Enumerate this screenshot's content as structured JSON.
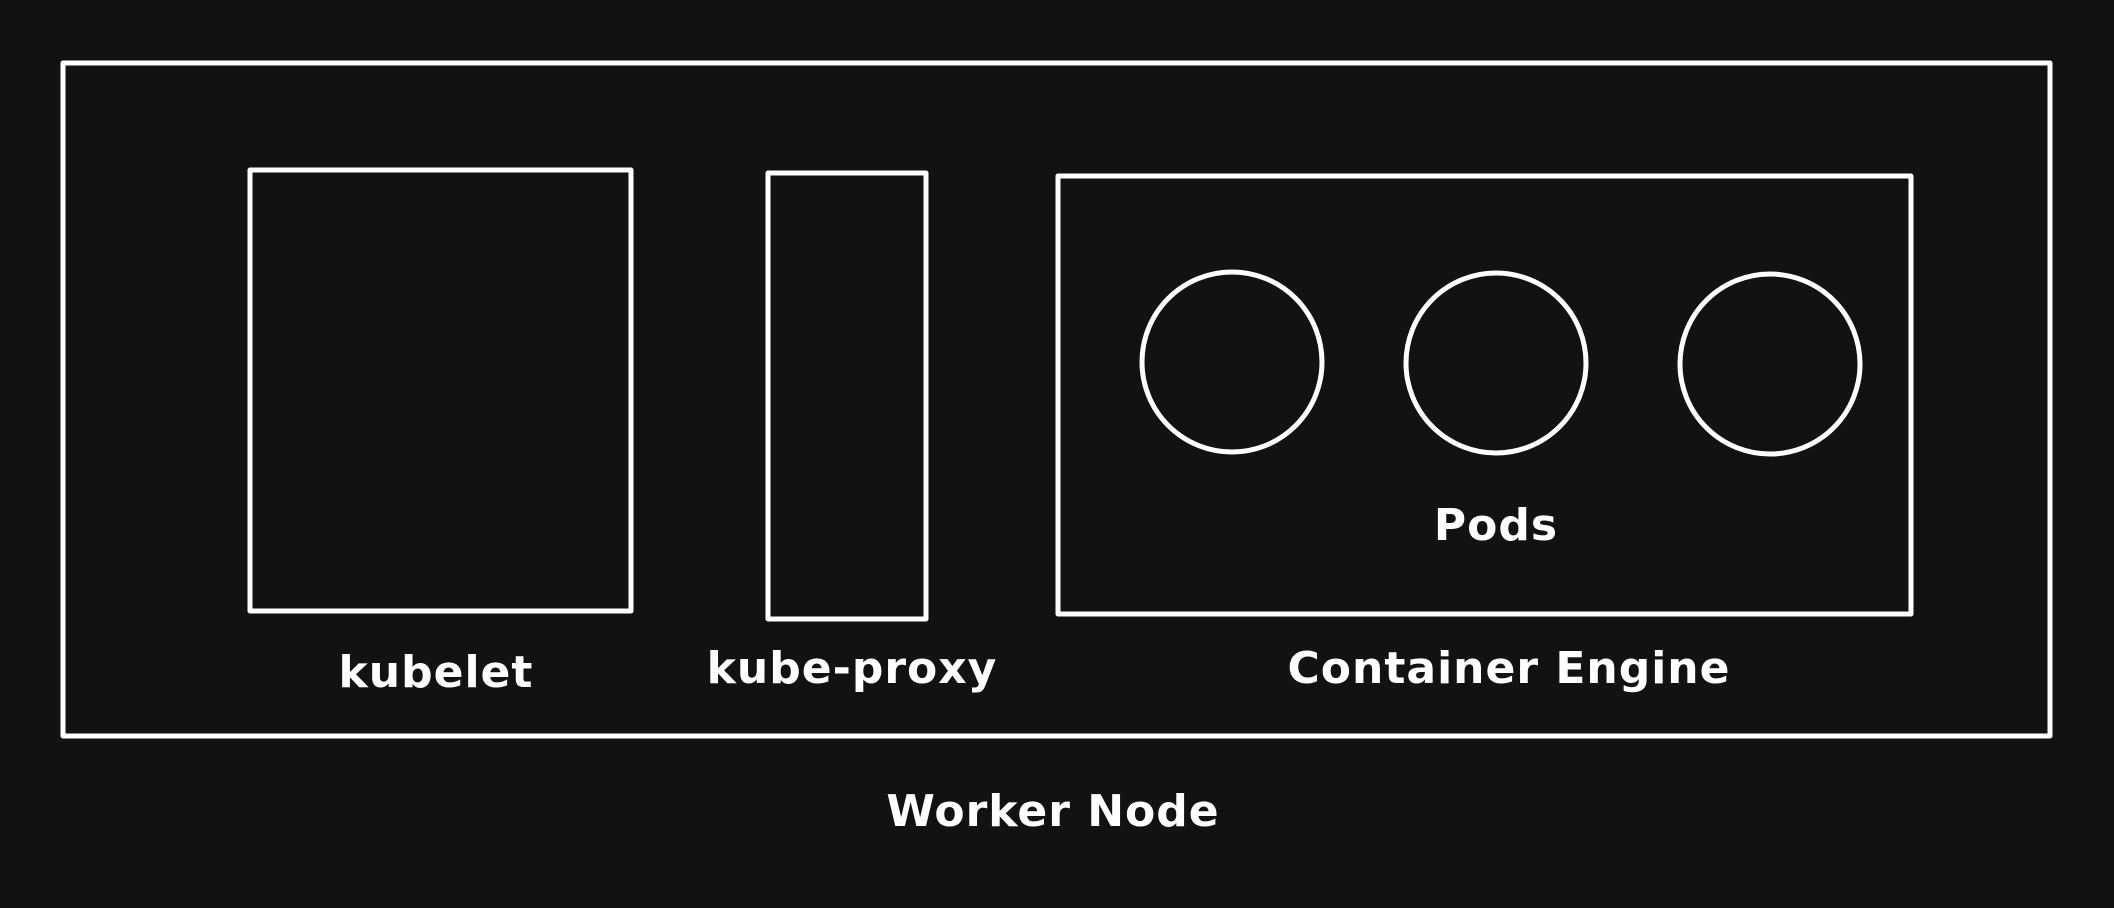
{
  "diagram": {
    "node_label": "Worker Node",
    "kubelet_label": "kubelet",
    "kube_proxy_label": "kube-proxy",
    "container_engine_label": "Container Engine",
    "pods_label": "Pods"
  },
  "colors": {
    "background": "#121212",
    "stroke": "#ffffff",
    "text": "#ffffff"
  }
}
